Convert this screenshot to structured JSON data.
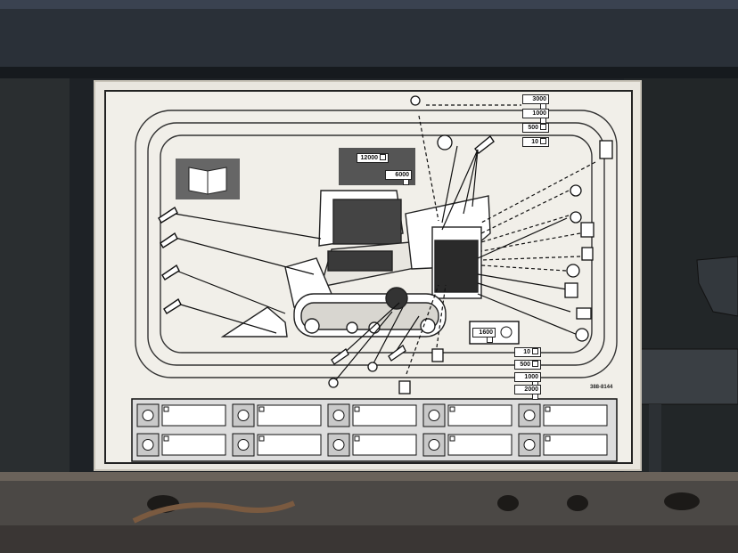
{
  "decal": {
    "part_number": "388-8144",
    "engine_oil_hours": [
      "12000",
      "6000"
    ],
    "top_intervals": [
      "3000",
      "1000",
      "500",
      "10"
    ],
    "bottom_intervals": [
      "10",
      "500",
      "1000",
      "2000"
    ],
    "hydraulic_interval": "1600",
    "log_rows": 2,
    "log_cols": 5
  }
}
